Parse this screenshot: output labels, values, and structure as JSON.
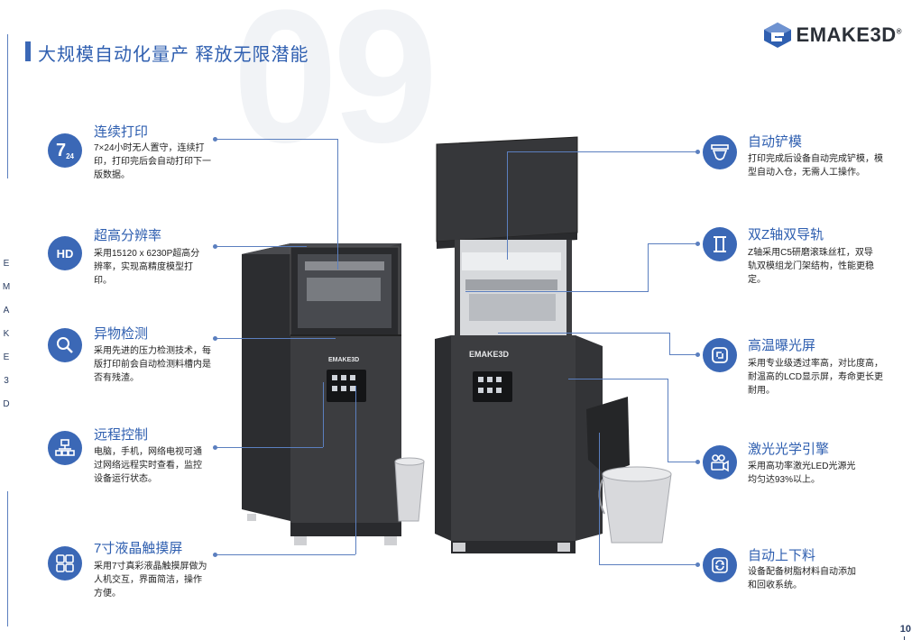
{
  "page": {
    "big_number": "09",
    "title": "大规模自动化量产 释放无限潜能",
    "side_letters": [
      "E",
      "M",
      "A",
      "K",
      "E",
      "3",
      "D"
    ],
    "page_number": "10"
  },
  "logo": {
    "text": "EMAKE3D",
    "reg": "®"
  },
  "machine_left": {
    "brand": "EMAKE3D"
  },
  "machine_right": {
    "brand": "EMAKE3D"
  },
  "features_left": [
    {
      "icon": "7-24-icon",
      "icon_text_main": "7",
      "icon_text_sub": "24",
      "title": "连续打印",
      "desc": "7×24小时无人置守，连续打印，打印完后会自动打印下一版数据。"
    },
    {
      "icon": "hd-icon",
      "icon_text_main": "HD",
      "title": "超高分辨率",
      "desc": "采用15120 x 6230P超高分辨率，实现高精度模型打印。"
    },
    {
      "icon": "magnifier-icon",
      "title": "异物检测",
      "desc": "采用先进的压力检测技术，每版打印前会自动检测料槽内是否有残渣。"
    },
    {
      "icon": "network-icon",
      "title": "远程控制",
      "desc": "电脑，手机，网络电视可通过网络远程实时查看，监控设备运行状态。"
    },
    {
      "icon": "touchscreen-icon",
      "title": "7寸液晶触摸屏",
      "desc": "采用7寸真彩液晶触摸屏做为人机交互，界面简洁，操作方便。"
    }
  ],
  "features_right": [
    {
      "icon": "scraper-icon",
      "title": "自动铲模",
      "desc": "打印完成后设备自动完成铲模，模型自动入仓，无需人工操作。"
    },
    {
      "icon": "z-axis-icon",
      "title": "双Z轴双导轨",
      "desc": "Z轴采用C5研磨滚珠丝杠，双导轨双模组龙门架结构，性能更稳定。"
    },
    {
      "icon": "exposure-icon",
      "title": "高温曝光屏",
      "desc": "采用专业级透过率高，对比度高，耐温高的LCD显示屏，寿命更长更耐用。"
    },
    {
      "icon": "laser-engine-icon",
      "title": "激光光学引擎",
      "desc": "采用高功率激光LED光源光均匀达93%以上。"
    },
    {
      "icon": "auto-feed-icon",
      "title": "自动上下料",
      "desc": "设备配备树脂材料自动添加和回收系统。"
    }
  ],
  "colors": {
    "accent": "#3b68b6",
    "machine": "#3a3b3e",
    "bucket": "#d8d9dc"
  }
}
